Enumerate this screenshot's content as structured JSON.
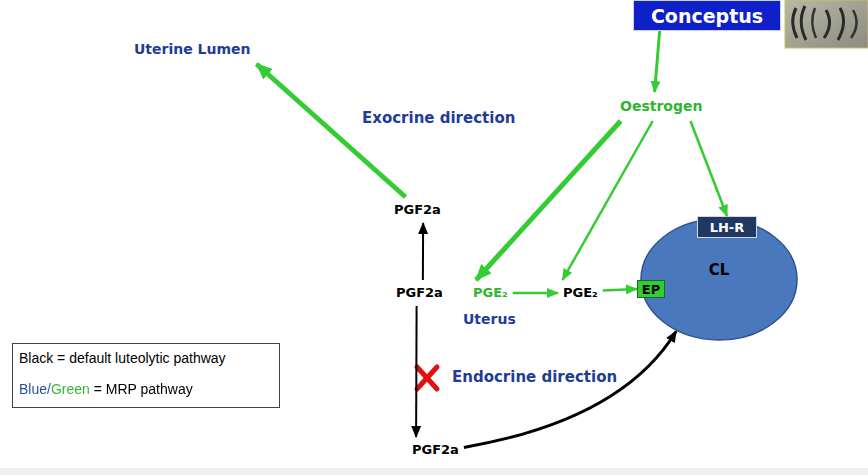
{
  "diagram": {
    "nodes": [
      {
        "text": [
          "Conceptus"
        ]
      },
      {
        "text": [
          "Uterine Lumen"
        ]
      },
      {
        "text": [
          "Oestrogen"
        ]
      },
      {
        "text": [
          "PGF2a"
        ]
      },
      {
        "text": [
          "PGF2a"
        ]
      },
      {
        "text": [
          "PGE₂"
        ]
      },
      {
        "text": [
          "PGE₂"
        ]
      },
      {
        "text": [
          "CL"
        ]
      },
      {
        "text": [
          "LH-R"
        ],
        "in": 7
      },
      {
        "text": [
          "EP"
        ],
        "in": 7
      },
      {
        "text": [
          "PGF2a"
        ]
      }
    ],
    "edges": [
      {
        "from": 0,
        "to": 2,
        "arrow": "to"
      },
      {
        "from": 2,
        "to": 5,
        "arrow": "to"
      },
      {
        "from": 2,
        "to": 6,
        "arrow": "to"
      },
      {
        "from": 2,
        "to": 8,
        "arrow": "to"
      },
      {
        "from": 4,
        "to": 3,
        "arrow": "to"
      },
      {
        "from": 3,
        "to": 1,
        "arrow": "to",
        "label": "Exocrine direction"
      },
      {
        "from": 4,
        "to": 10,
        "arrow": "to",
        "label": "Endocrine direction"
      },
      {
        "from": 5,
        "to": 6,
        "arrow": "to"
      },
      {
        "from": 6,
        "to": 9,
        "arrow": "to"
      },
      {
        "from": 10,
        "to": 7,
        "arrow": "to"
      }
    ],
    "labels": [
      "Uterus"
    ],
    "legend": [
      {
        "text": "Black = default luteolytic pathway"
      },
      {
        "text": "Blue/Green = MRP pathway"
      }
    ]
  }
}
